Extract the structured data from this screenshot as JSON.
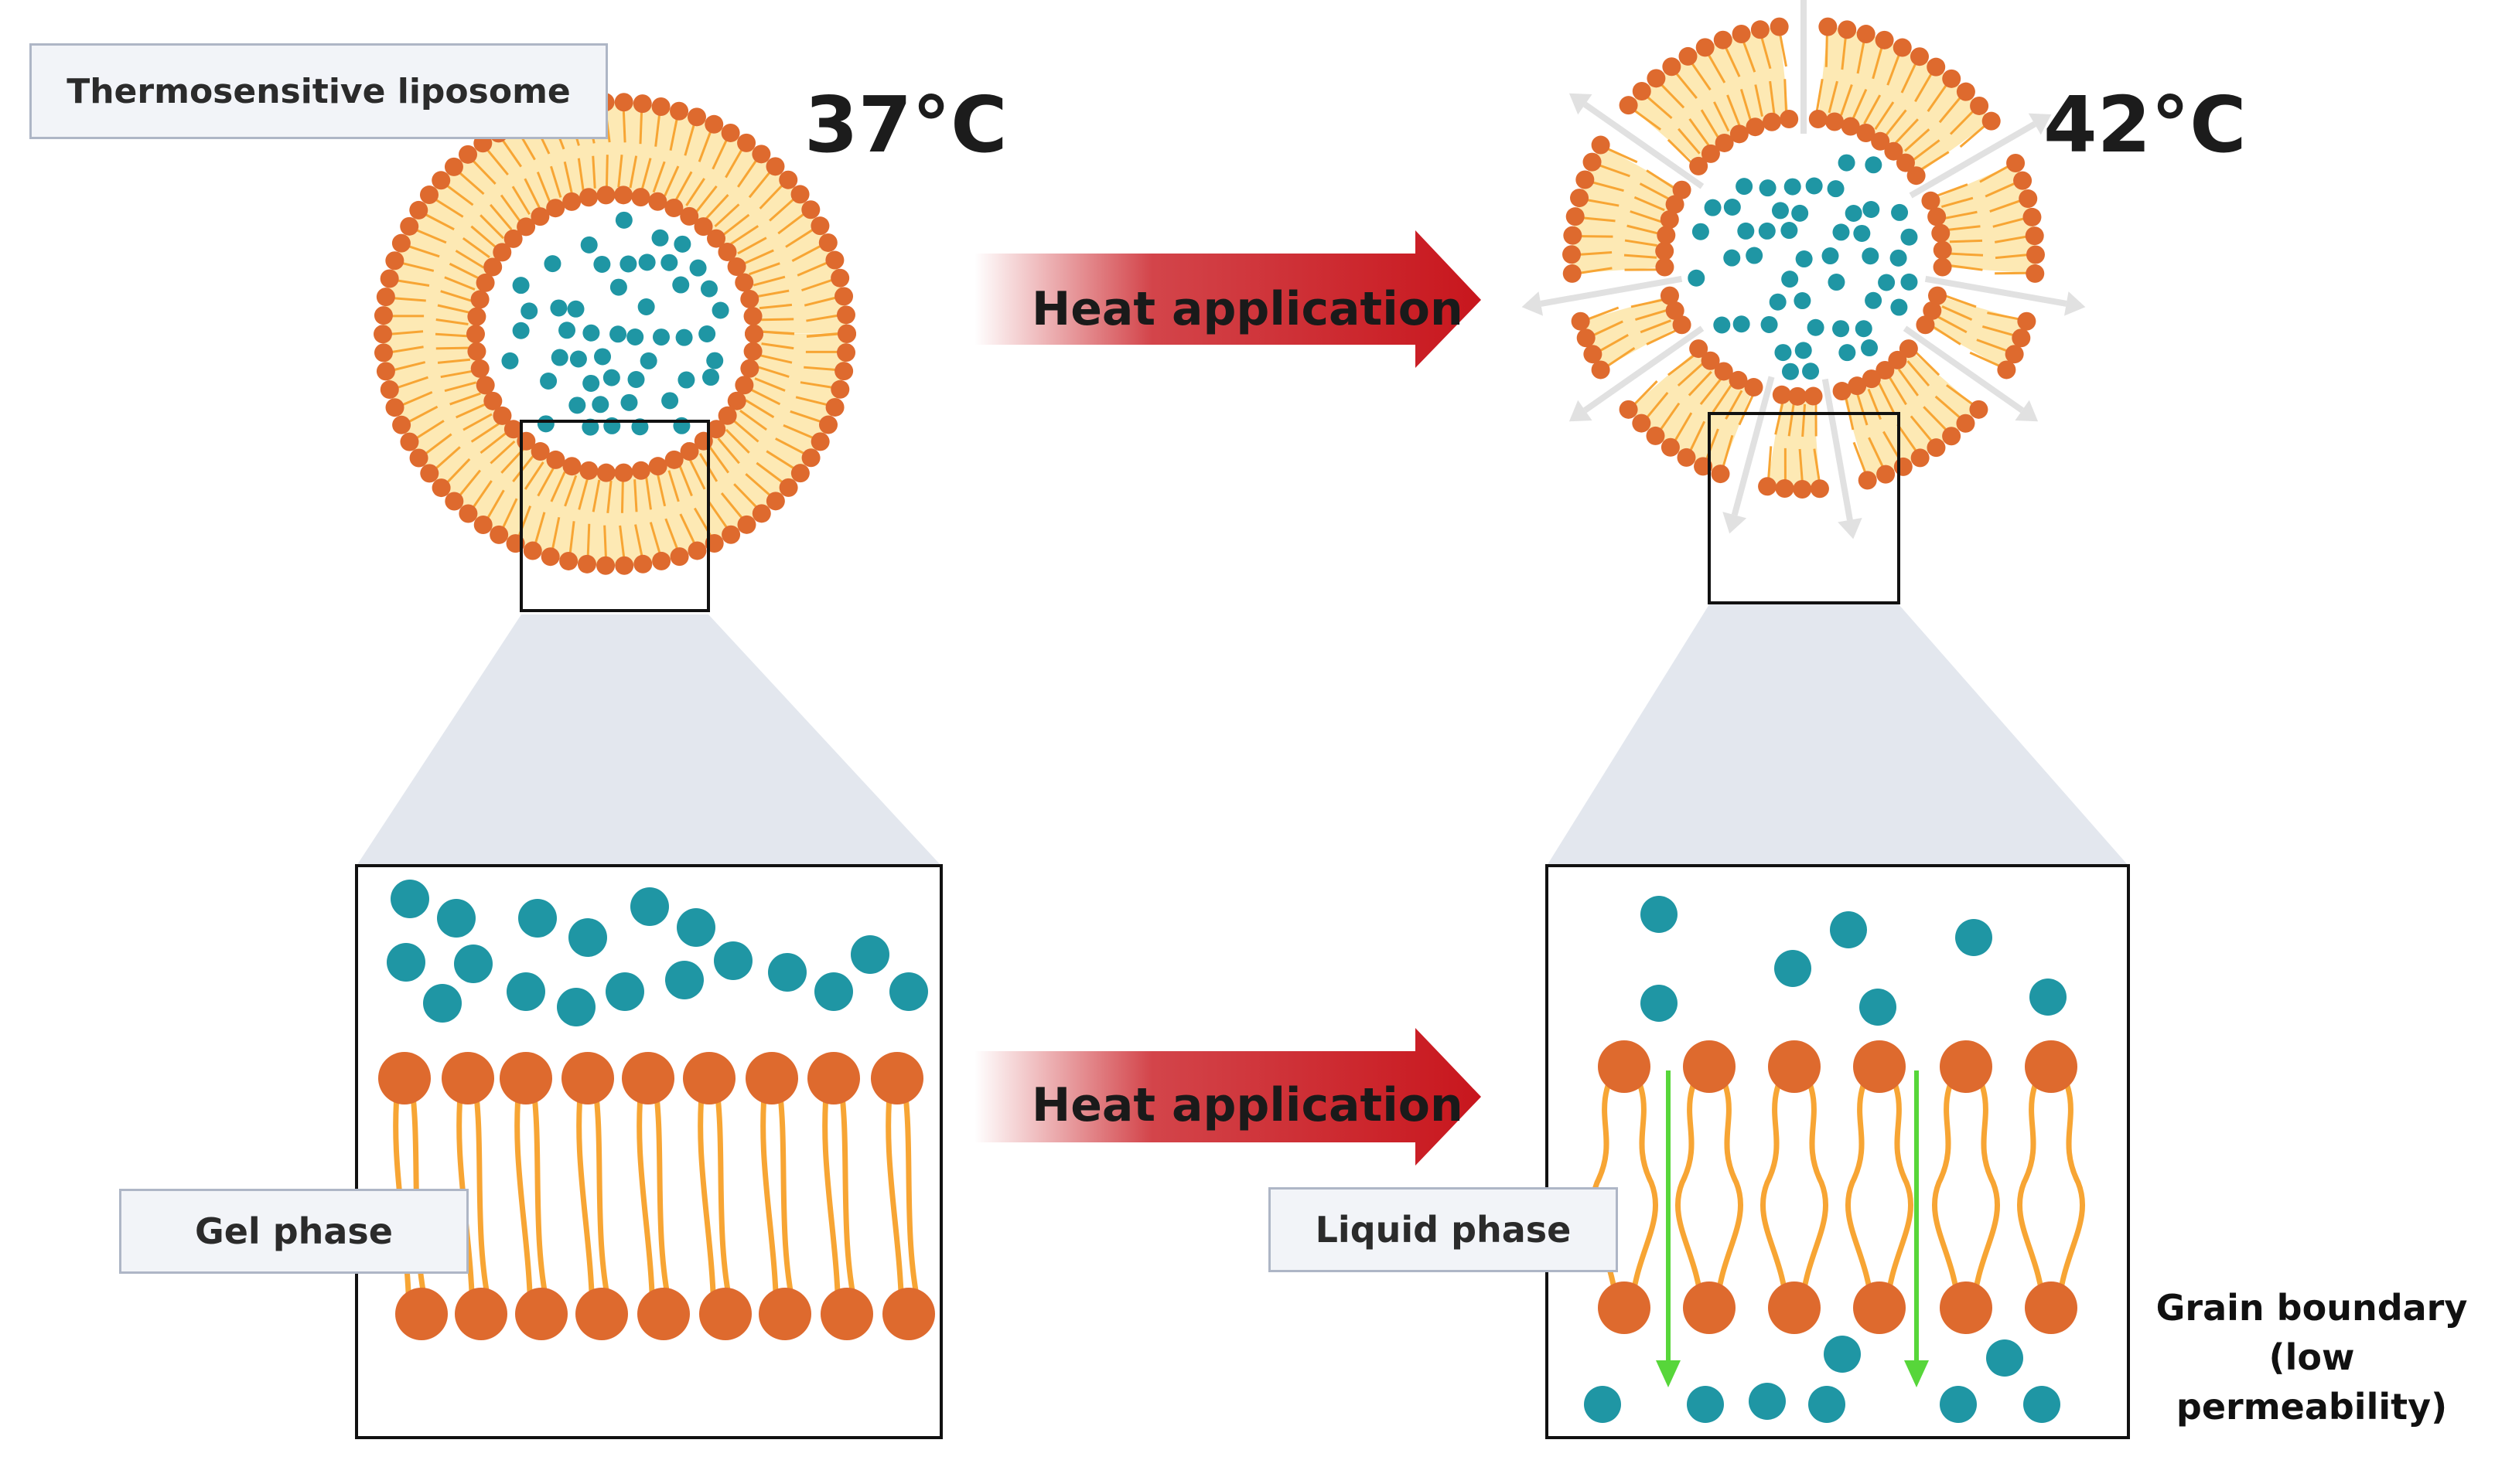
{
  "labels": {
    "liposome": "Thermosensitive liposome",
    "temp_low": "37°C",
    "temp_high": "42°C",
    "heat_top": "Heat application",
    "heat_bottom": "Heat application",
    "gel_phase": "Gel phase",
    "liquid_phase": "Liquid phase",
    "grain_line1": "Grain boundary",
    "grain_line2": "(low permeability)"
  },
  "colors": {
    "head": "#de6a2e",
    "tail": "#f7a534",
    "membrane_fill": "#fde9b4",
    "drug": "#1f96a4",
    "arrow_red": "#c8161d",
    "grain_arrow": "#57d63a",
    "zoom_wedge": "#e3e7ee"
  }
}
